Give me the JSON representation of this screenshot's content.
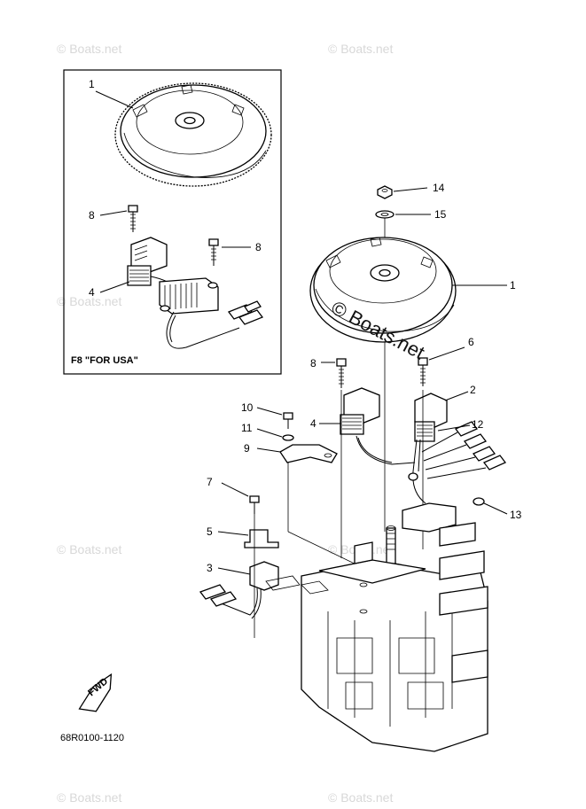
{
  "watermark": "© Boats.net",
  "inset": {
    "caption": "F8  \"FOR USA\"",
    "callouts": [
      "1",
      "8",
      "8",
      "4"
    ]
  },
  "callouts": [
    "14",
    "15",
    "1",
    "6",
    "8",
    "2",
    "10",
    "4",
    "11",
    "12",
    "9",
    "7",
    "13",
    "5",
    "3"
  ],
  "fwd_label": "FWD",
  "diagram_code": "68R0100-1120"
}
